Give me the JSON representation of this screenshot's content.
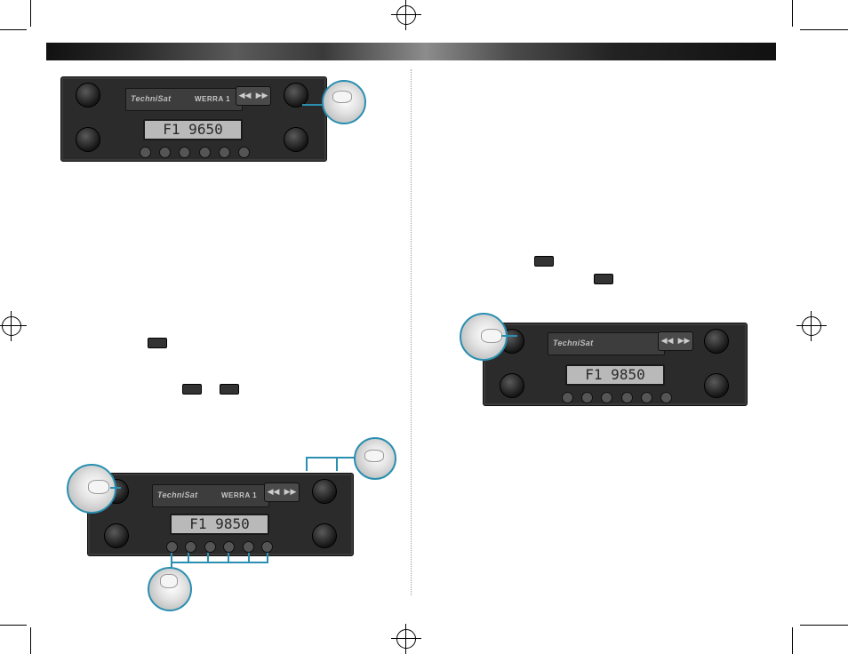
{
  "radio": {
    "brand": "TechniSat",
    "model": "WERRA 1"
  },
  "displays": {
    "top_left": "F1 9650",
    "bottom_left": "F1 9850",
    "right": "F1 9850"
  },
  "icons": {
    "rewind": "◀◀",
    "forward": "▶▶"
  },
  "colors": {
    "banner": "#3a3a3a",
    "pointer": "#2a8fb0",
    "lcd": "#b9b9b9"
  }
}
